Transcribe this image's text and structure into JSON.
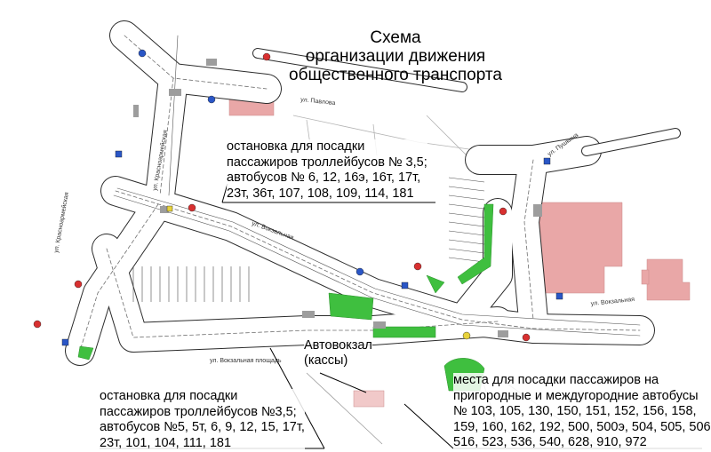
{
  "title": {
    "lines": [
      "Схема",
      "организации движения",
      "общественного транспорта"
    ]
  },
  "callouts": {
    "stop_north": [
      "остановка для посадки",
      "пассажиров троллейбусов № 3,5;",
      "автобусов № 6, 12, 16э, 16т, 17т,",
      "23т, 36т, 107, 108, 109, 114, 181"
    ],
    "stop_south": [
      "остановка для посадки",
      "пассажиров троллейбусов №3,5;",
      "автобусов №5, 5т, 6, 9, 12, 15, 17т,",
      "23т, 101, 104, 111, 181"
    ],
    "intercity": [
      "места для посадки пассажиров на",
      "пригородные и междугородние автобусы",
      "№ 103, 105, 130, 150, 151, 152, 156, 158,",
      "159, 160, 162, 192, 500, 500э, 504, 505, 506,",
      "516, 523, 536, 540, 628, 910, 972"
    ],
    "station": [
      "Автовокзал",
      "(кассы)"
    ]
  },
  "streets": {
    "pavlova": "ул. Павлова",
    "pushkina": "ул. Пушкина",
    "vokzalnaya": "ул. Вокзальная",
    "vokzalnaya_ploshchad": "ул. Вокзальная площадь",
    "krasnoarmeiskaya": "ул. Красноармейская"
  },
  "colors": {
    "road": "#ffffff",
    "road_edge": "#2b2b2b",
    "lane": "#6d6d6d",
    "building": "#e9a7a7",
    "green": "#3fbf3f",
    "crosswalk": "#c0c0c0",
    "sign_blue": "#2a56c6",
    "sign_red": "#d83030",
    "sign_yellow": "#e7d23b",
    "tram": "#555555"
  }
}
